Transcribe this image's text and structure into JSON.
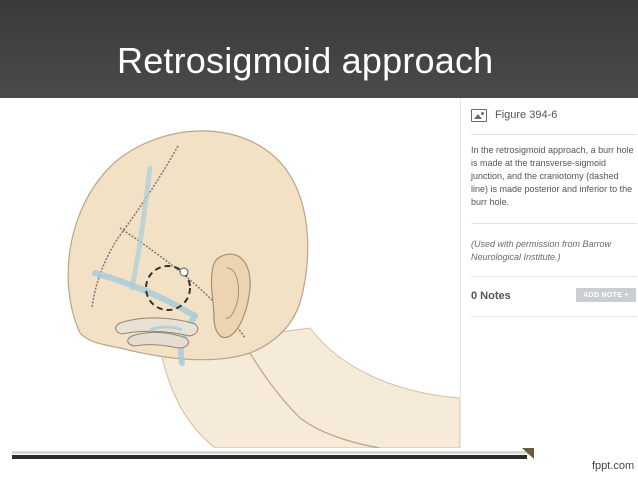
{
  "slide": {
    "title": "Retrosigmoid approach",
    "brand": "fppt.com"
  },
  "panel": {
    "figure_label": "Figure 394-6",
    "caption": "In the retrosigmoid approach, a burr hole is made at the transverse-sigmoid junction, and the craniotomy (dashed line) is made posterior and inferior to the burr hole.",
    "credit": "(Used with permission from Barrow Neurological Institute.)",
    "notes_count": "0 Notes",
    "add_note_label": "ADD NOTE +"
  },
  "colors": {
    "title_bar": "#3f3f3f",
    "skin": "#f1ddc0",
    "sinus": "#a8cdd8",
    "suture": "#7a7a7a"
  }
}
